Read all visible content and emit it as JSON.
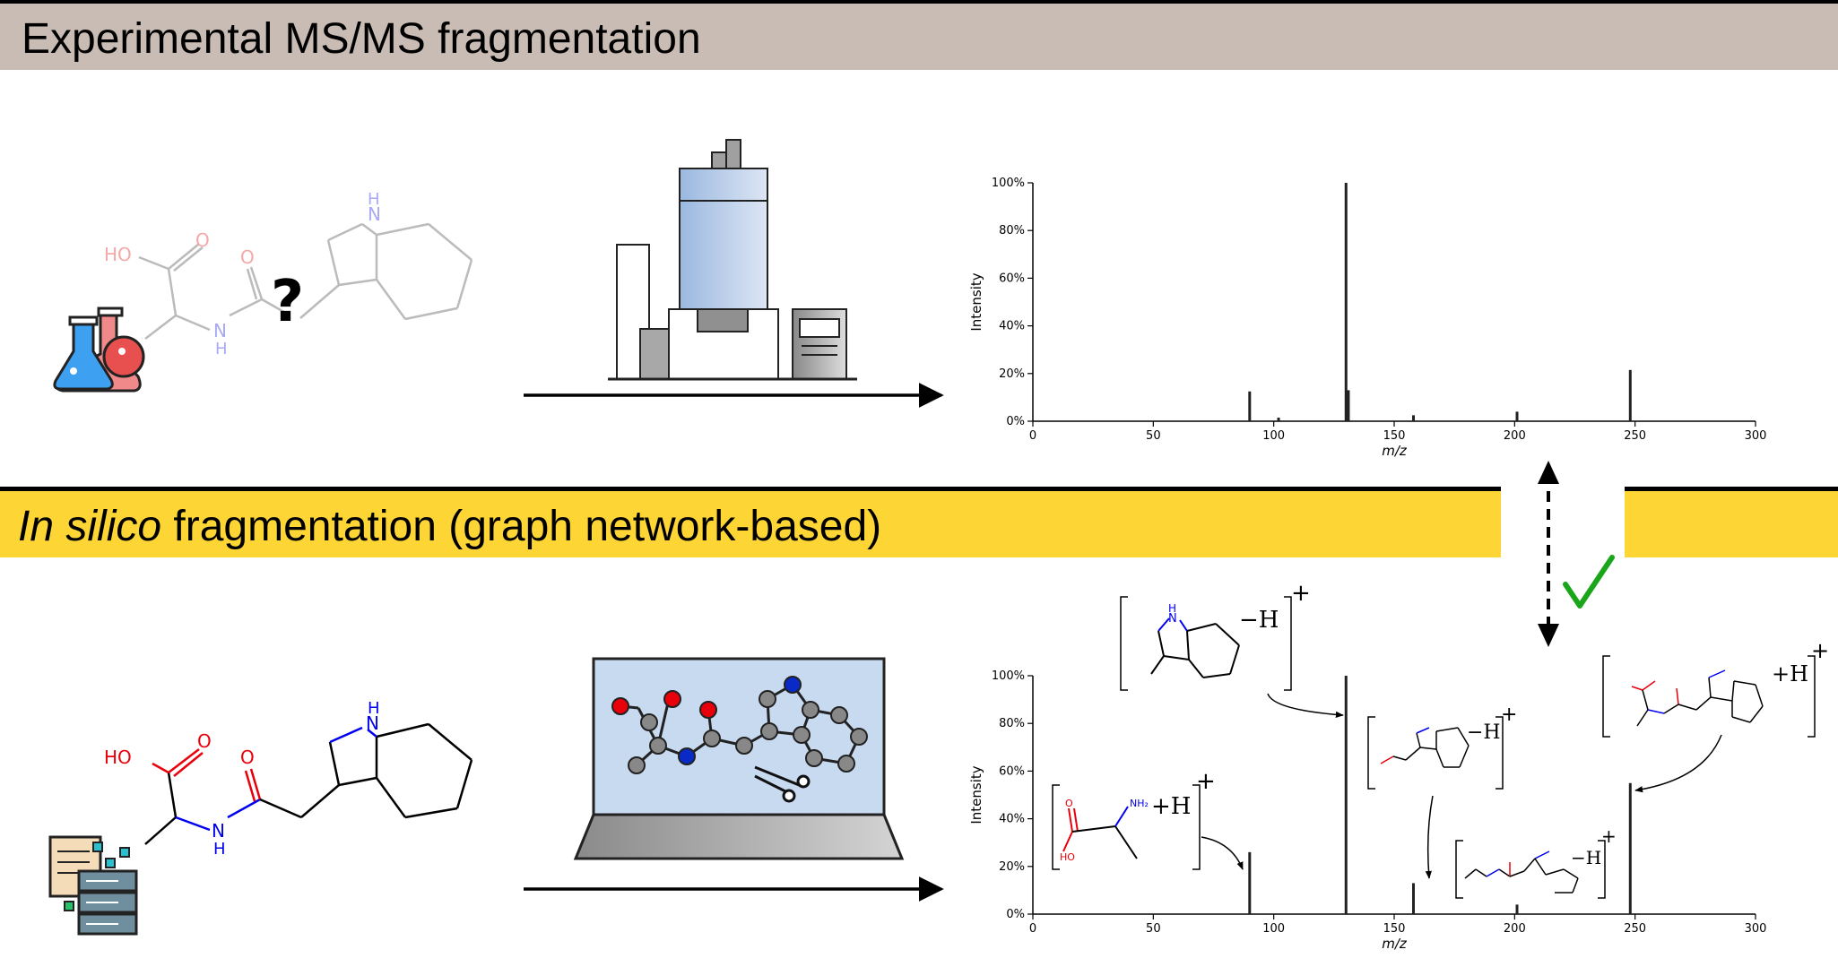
{
  "banners": {
    "top_title": "Experimental MS/MS fragmentation",
    "bottom_title_italic": "In silico",
    "bottom_title_rest": " fragmentation (graph network-based)"
  },
  "molecule_labels": {
    "ho": "HO",
    "o": "O",
    "n": "N",
    "h": "H",
    "nh": "H",
    "question_mark": "?"
  },
  "fragment_labels": {
    "minus_h": "−H",
    "plus_h": "+H",
    "plus_sign": "+",
    "nh2": "NH₂"
  },
  "colors": {
    "banner_top": "#c8bcb4",
    "banner_bottom": "#fdd535",
    "oxygen": "#e8000b",
    "nitrogen": "#0000ee",
    "check": "#1aa51a"
  },
  "chart_data": [
    {
      "type": "bar",
      "xlabel": "m/z",
      "ylabel": "Intensity",
      "xlim": [
        0,
        300
      ],
      "ylim": [
        0,
        100
      ],
      "x_ticks": [
        "0",
        "50",
        "100",
        "150",
        "200",
        "250",
        "300"
      ],
      "y_ticks": [
        "0%",
        "20%",
        "40%",
        "60%",
        "80%",
        "100%"
      ],
      "peaks": [
        {
          "x": 90,
          "y": 12.5
        },
        {
          "x": 102,
          "y": 1.5
        },
        {
          "x": 130,
          "y": 100
        },
        {
          "x": 131,
          "y": 13
        },
        {
          "x": 158,
          "y": 2.5
        },
        {
          "x": 201,
          "y": 4
        },
        {
          "x": 248,
          "y": 21.5
        }
      ]
    },
    {
      "type": "bar",
      "xlabel": "m/z",
      "ylabel": "Intensity",
      "xlim": [
        0,
        300
      ],
      "ylim": [
        0,
        100
      ],
      "x_ticks": [
        "0",
        "50",
        "100",
        "150",
        "200",
        "250",
        "300"
      ],
      "y_ticks": [
        "0%",
        "20%",
        "40%",
        "60%",
        "80%",
        "100%"
      ],
      "peaks": [
        {
          "x": 90,
          "y": 26
        },
        {
          "x": 130,
          "y": 100
        },
        {
          "x": 158,
          "y": 13
        },
        {
          "x": 201,
          "y": 4
        },
        {
          "x": 248,
          "y": 55
        }
      ]
    }
  ]
}
